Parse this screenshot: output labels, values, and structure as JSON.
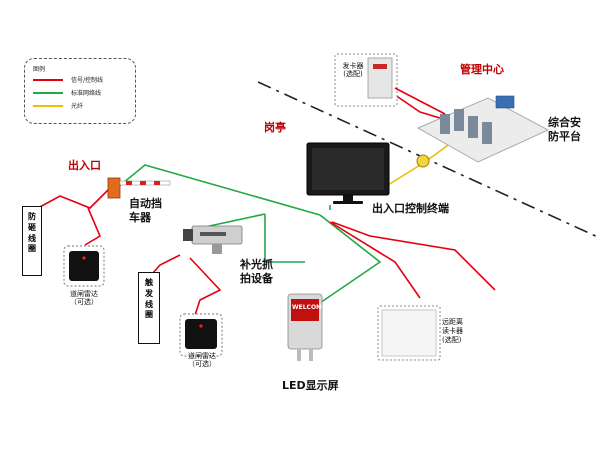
{
  "legend": {
    "title": "图例",
    "items": [
      {
        "label": "信号/控制线",
        "color": "#e60012"
      },
      {
        "label": "标准网络线",
        "color": "#22a845"
      },
      {
        "label": "光纤",
        "color": "#e8c200"
      }
    ]
  },
  "labels": {
    "entrance": "出入口",
    "auto_barrier_l1": "自动挡",
    "auto_barrier_l2": "车器",
    "anti_smash_l1": "防",
    "anti_smash_l2": "砸",
    "anti_smash_l3": "线",
    "anti_smash_l4": "圈",
    "radar_top_l1": "道闸雷达",
    "radar_top_l2": "（可选）",
    "trigger_l1": "触",
    "trigger_l2": "发",
    "trigger_l3": "线",
    "trigger_l4": "圈",
    "radar_bottom_l1": "道闸雷达",
    "radar_bottom_l2": "（可选）",
    "capture_l1": "补光抓",
    "capture_l2": "拍设备",
    "guard_booth": "岗亭",
    "terminal": "出入口控制终端",
    "led_screen": "LED显示屏",
    "led_screen_text": "WELCOME",
    "card_dispenser_l1": "发卡器",
    "card_dispenser_l2": "(选配)",
    "long_range_l1": "远距离",
    "long_range_l2": "读卡器",
    "long_range_l3": "(选配)",
    "management_center": "管理中心",
    "platform_l1": "综合安",
    "platform_l2": "防平台"
  },
  "colors": {
    "signal_line": "#e60012",
    "network_line": "#22a845",
    "fiber_line": "#e8c200",
    "accent_label": "#c00000"
  }
}
